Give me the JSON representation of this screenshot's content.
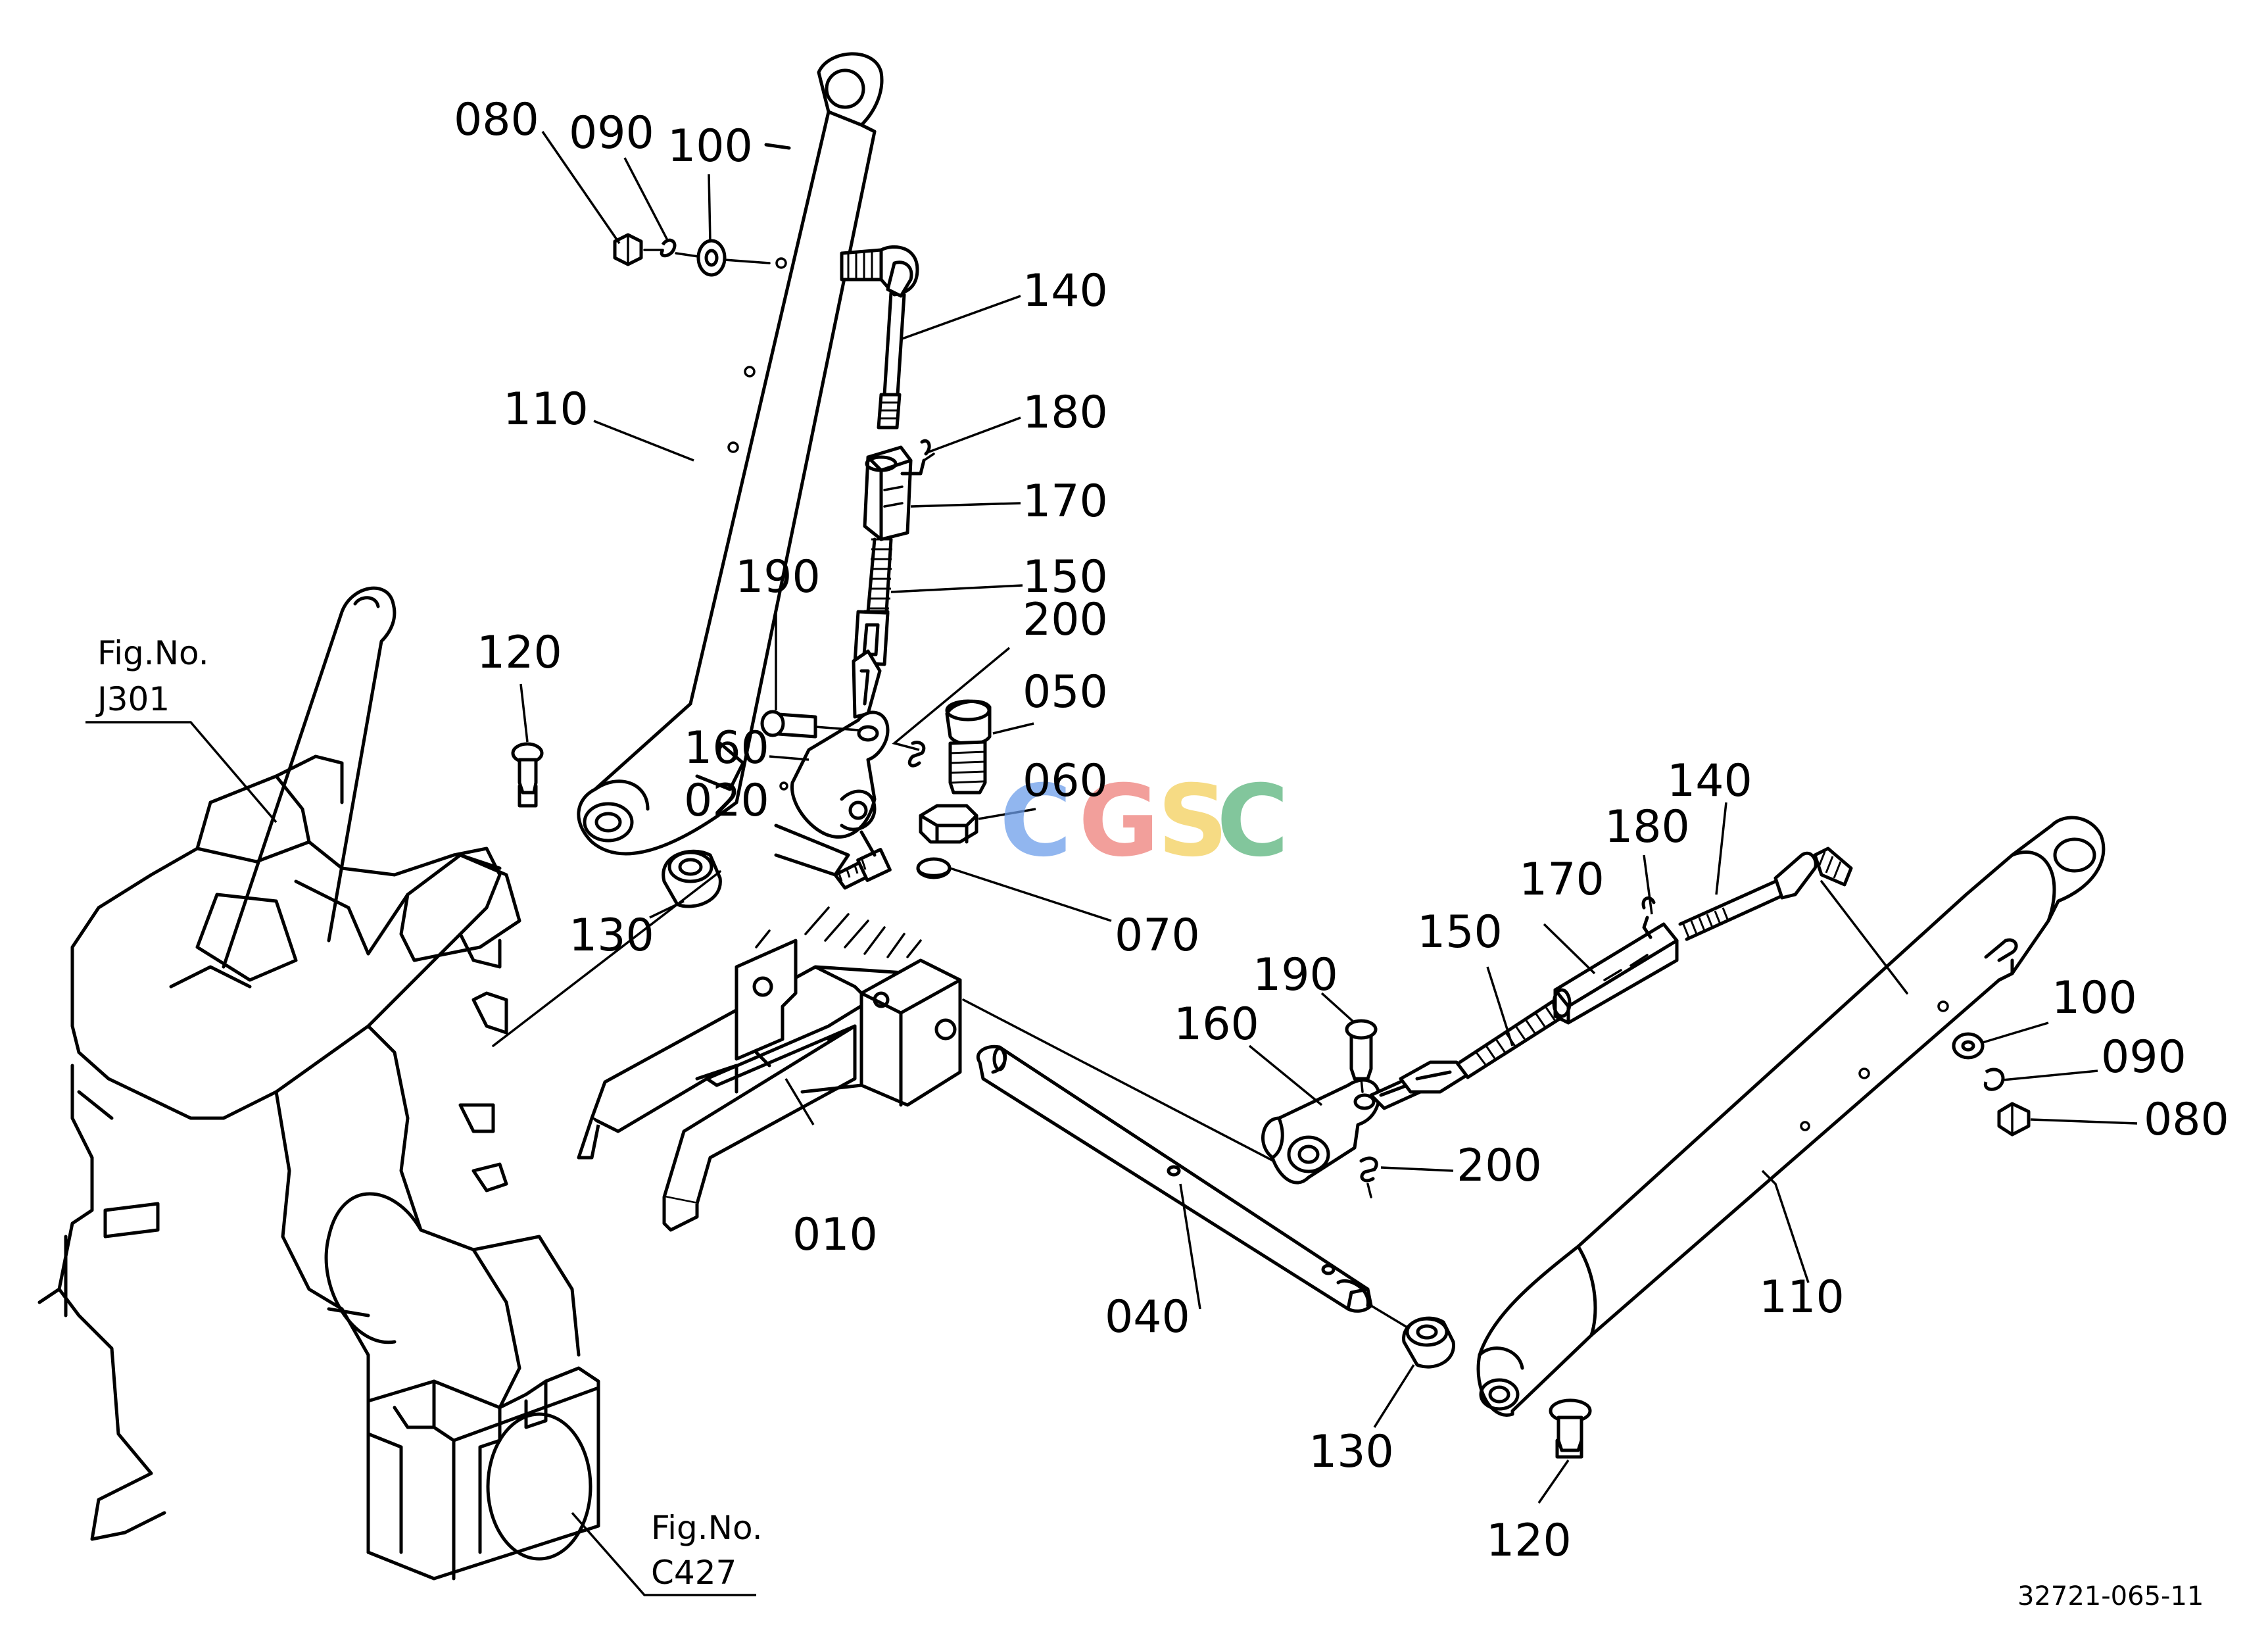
{
  "watermark": {
    "letters": [
      "C",
      "G",
      "S",
      "C"
    ],
    "colors": [
      "#6d9eea",
      "#ee7f7a",
      "#f3cf5c",
      "#59b37c"
    ]
  },
  "figure_refs": [
    {
      "line1": "Fig.No.",
      "line2": "J301"
    },
    {
      "line1": "Fig.No.",
      "line2": "C427"
    }
  ],
  "drawing_code": "32721-065-11",
  "callouts": {
    "c080a": "080",
    "c090a": "090",
    "c100a": "100",
    "c140a": "140",
    "c180a": "180",
    "c110a": "110",
    "c170a": "170",
    "c190a": "190",
    "c150a": "150",
    "c200a": "200",
    "c120a": "120",
    "c050": "050",
    "c160a": "160",
    "c020": "020",
    "c060": "060",
    "c130a": "130",
    "c070": "070",
    "c140b": "140",
    "c180b": "180",
    "c170b": "170",
    "c150b": "150",
    "c190b": "190",
    "c160b": "160",
    "c100b": "100",
    "c090b": "090",
    "c080b": "080",
    "c200b": "200",
    "c010": "010",
    "c040": "040",
    "c110b": "110",
    "c130b": "130",
    "c120b": "120"
  }
}
